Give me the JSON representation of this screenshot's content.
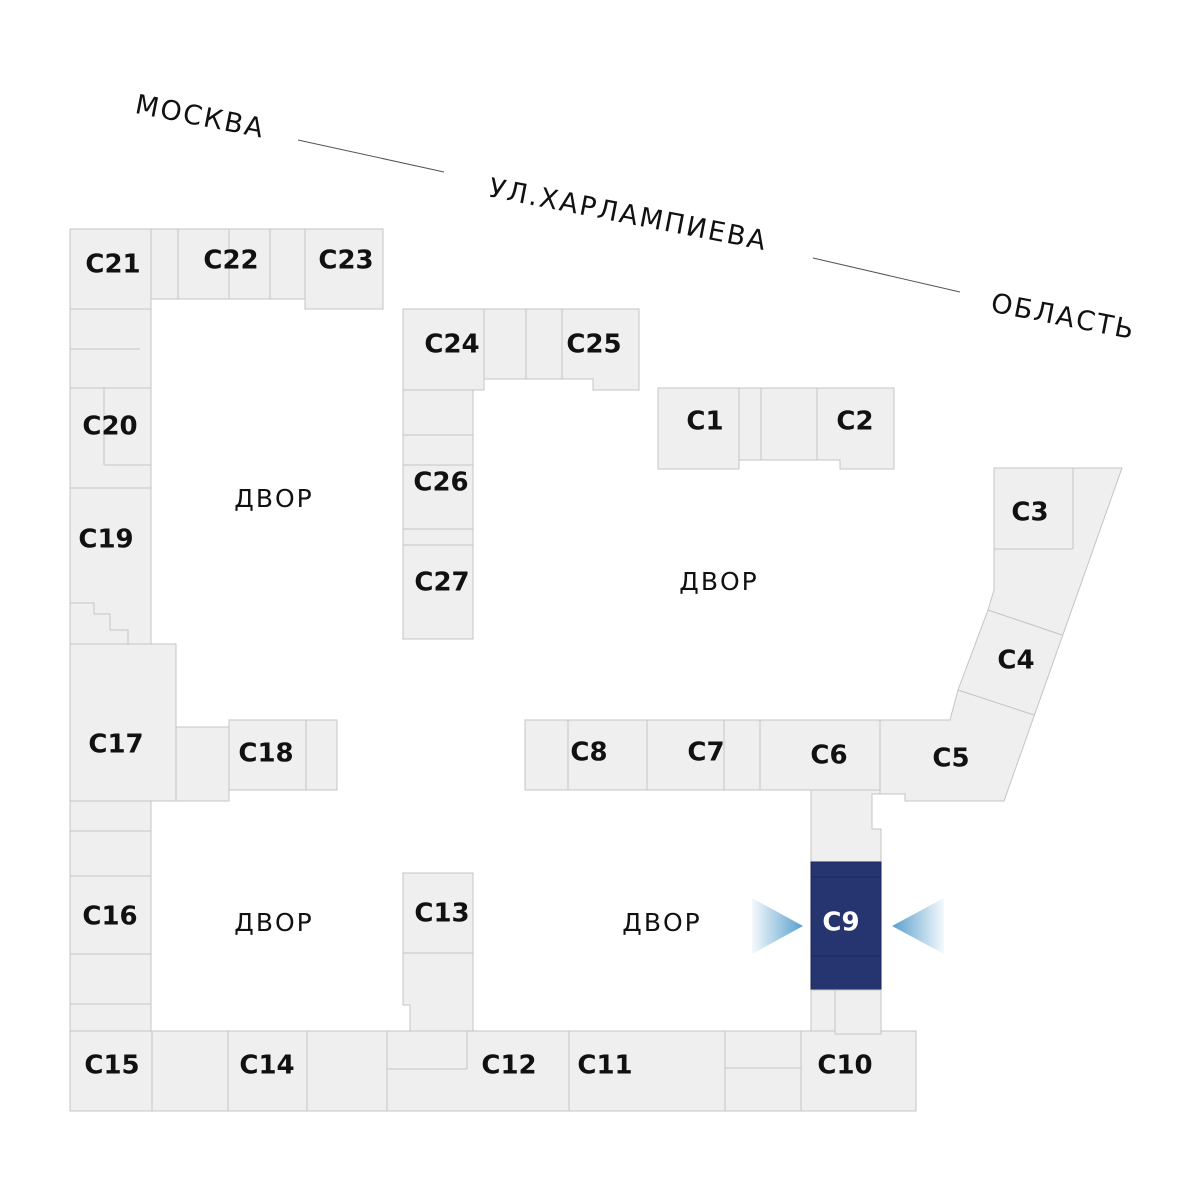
{
  "street": {
    "left": "МОСКВА",
    "center": "УЛ.ХАРЛАМПИЕВА",
    "right": "ОБЛАСТЬ"
  },
  "yards": {
    "label": "ДВОР"
  },
  "selected_section": "C9",
  "colors": {
    "building_fill": "#efefef",
    "building_stroke": "#c4c4c4",
    "selected_fill": "#263470",
    "marker": "#3a8ec4"
  },
  "sections": [
    "C1",
    "C2",
    "C3",
    "C4",
    "C5",
    "C6",
    "C7",
    "C8",
    "C9",
    "C10",
    "C11",
    "C12",
    "C13",
    "C14",
    "C15",
    "C16",
    "C17",
    "C18",
    "C19",
    "C20",
    "C21",
    "C22",
    "C23",
    "C24",
    "C25",
    "C26",
    "C27"
  ],
  "icons": {
    "selection_marker": "triangle-pointer-icon"
  }
}
